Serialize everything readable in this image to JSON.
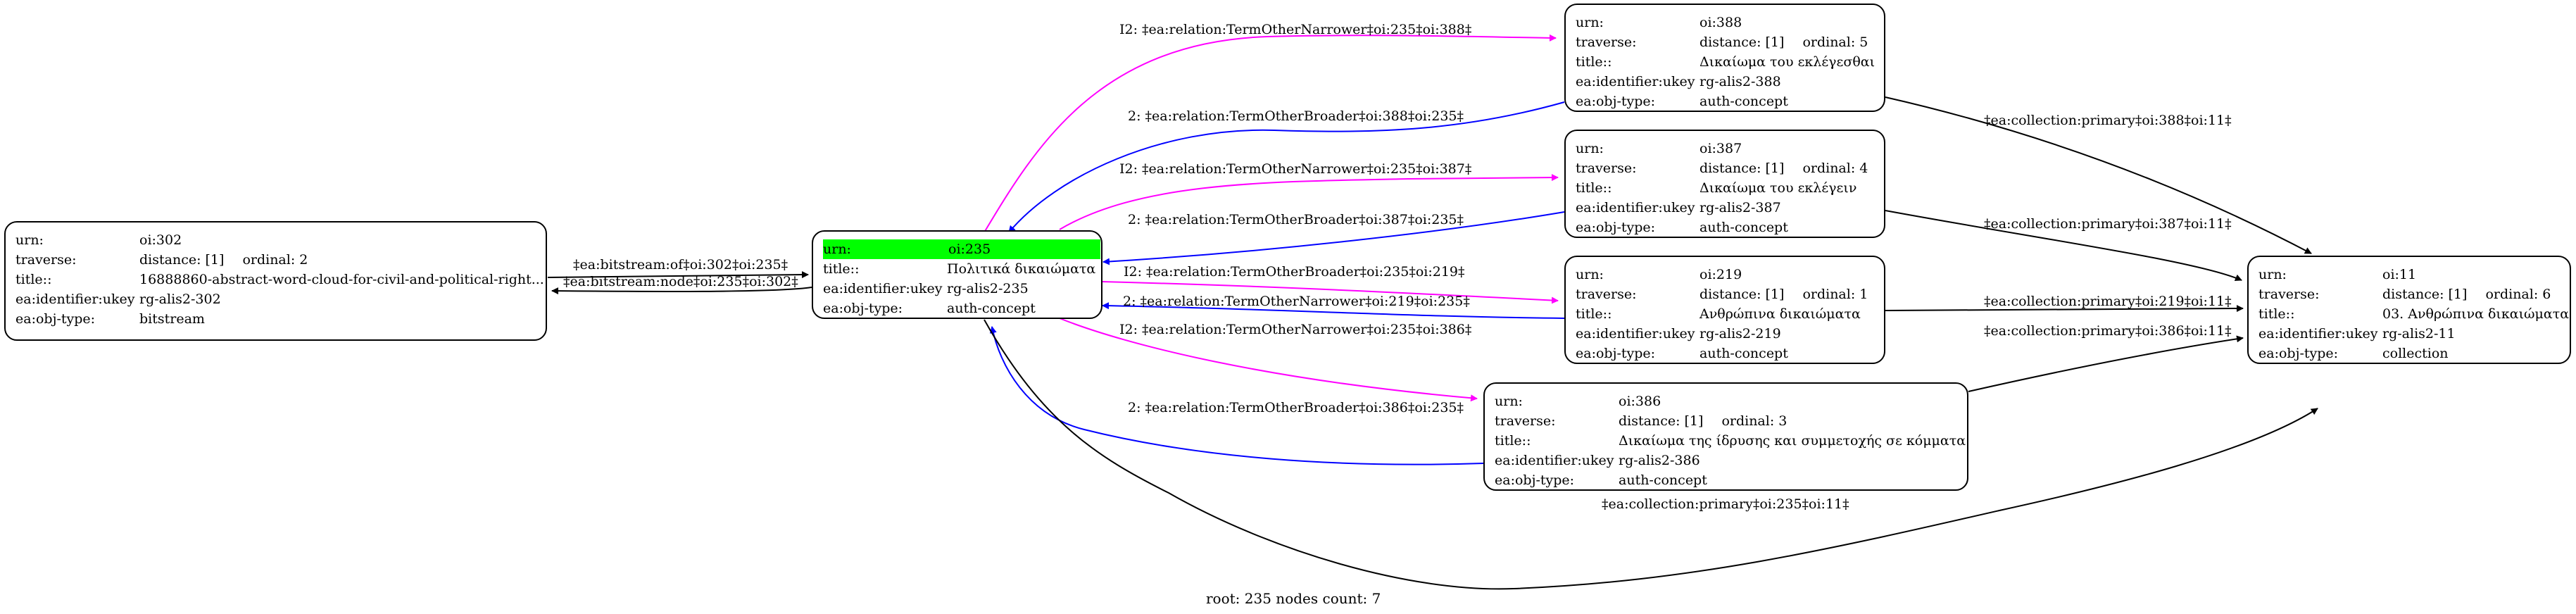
{
  "nodes": {
    "n302": {
      "urn": "oi:302",
      "traverse": "distance: [1]",
      "ordinal": "ordinal: 2",
      "title": "16888860-abstract-word-cloud-for-civil-and-political-right...",
      "ukey": "rg-alis2-302",
      "objtype": "bitstream"
    },
    "n235": {
      "urn": "oi:235",
      "title": "Πολιτικά δικαιώματα",
      "ukey": "rg-alis2-235",
      "objtype": "auth-concept"
    },
    "n388": {
      "urn": "oi:388",
      "traverse": "distance: [1]",
      "ordinal": "ordinal: 5",
      "title": "Δικαίωμα του εκλέγεσθαι",
      "ukey": "rg-alis2-388",
      "objtype": "auth-concept"
    },
    "n387": {
      "urn": "oi:387",
      "traverse": "distance: [1]",
      "ordinal": "ordinal: 4",
      "title": "Δικαίωμα του εκλέγειν",
      "ukey": "rg-alis2-387",
      "objtype": "auth-concept"
    },
    "n219": {
      "urn": "oi:219",
      "traverse": "distance: [1]",
      "ordinal": "ordinal: 1",
      "title": "Ανθρώπινα δικαιώματα",
      "ukey": "rg-alis2-219",
      "objtype": "auth-concept"
    },
    "n386": {
      "urn": "oi:386",
      "traverse": "distance: [1]",
      "ordinal": "ordinal: 3",
      "title": "Δικαίωμα της ίδρυσης και συμμετοχής σε κόμματα",
      "ukey": "rg-alis2-386",
      "objtype": "auth-concept"
    },
    "n11": {
      "urn": "oi:11",
      "traverse": "distance: [1]",
      "ordinal": "ordinal: 6",
      "title": "03. Ανθρώπινα δικαιώματα",
      "ukey": "rg-alis2-11",
      "objtype": "collection"
    }
  },
  "field_labels": {
    "urn": "urn:",
    "traverse": "traverse:",
    "title": "title::",
    "ukey": "ea:identifier:ukey",
    "objtype": "ea:obj-type:"
  },
  "edge_labels": {
    "bitstream_of": "‡ea:bitstream:of‡oi:302‡oi:235‡",
    "bitstream_node": "‡ea:bitstream:node‡oi:235‡oi:302‡",
    "narrower_388": "I2: ‡ea:relation:TermOtherNarrower‡oi:235‡oi:388‡",
    "broader_388": "2: ‡ea:relation:TermOtherBroader‡oi:388‡oi:235‡",
    "narrower_387": "I2: ‡ea:relation:TermOtherNarrower‡oi:235‡oi:387‡",
    "broader_387": "2: ‡ea:relation:TermOtherBroader‡oi:387‡oi:235‡",
    "broader_219": "I2: ‡ea:relation:TermOtherBroader‡oi:235‡oi:219‡",
    "narrower_219": "2: ‡ea:relation:TermOtherNarrower‡oi:219‡oi:235‡",
    "narrower_386": "I2: ‡ea:relation:TermOtherNarrower‡oi:235‡oi:386‡",
    "broader_386": "2: ‡ea:relation:TermOtherBroader‡oi:386‡oi:235‡",
    "coll_388": "‡ea:collection:primary‡oi:388‡oi:11‡",
    "coll_387": "‡ea:collection:primary‡oi:387‡oi:11‡",
    "coll_219": "‡ea:collection:primary‡oi:219‡oi:11‡",
    "coll_386": "‡ea:collection:primary‡oi:386‡oi:11‡",
    "coll_235": "‡ea:collection:primary‡oi:235‡oi:11‡"
  },
  "colors": {
    "narrower": "#ff00ff",
    "broader": "#0000ff",
    "plain": "#000000",
    "highlight": "#00ff00"
  },
  "footer": "root: 235 nodes count: 7"
}
